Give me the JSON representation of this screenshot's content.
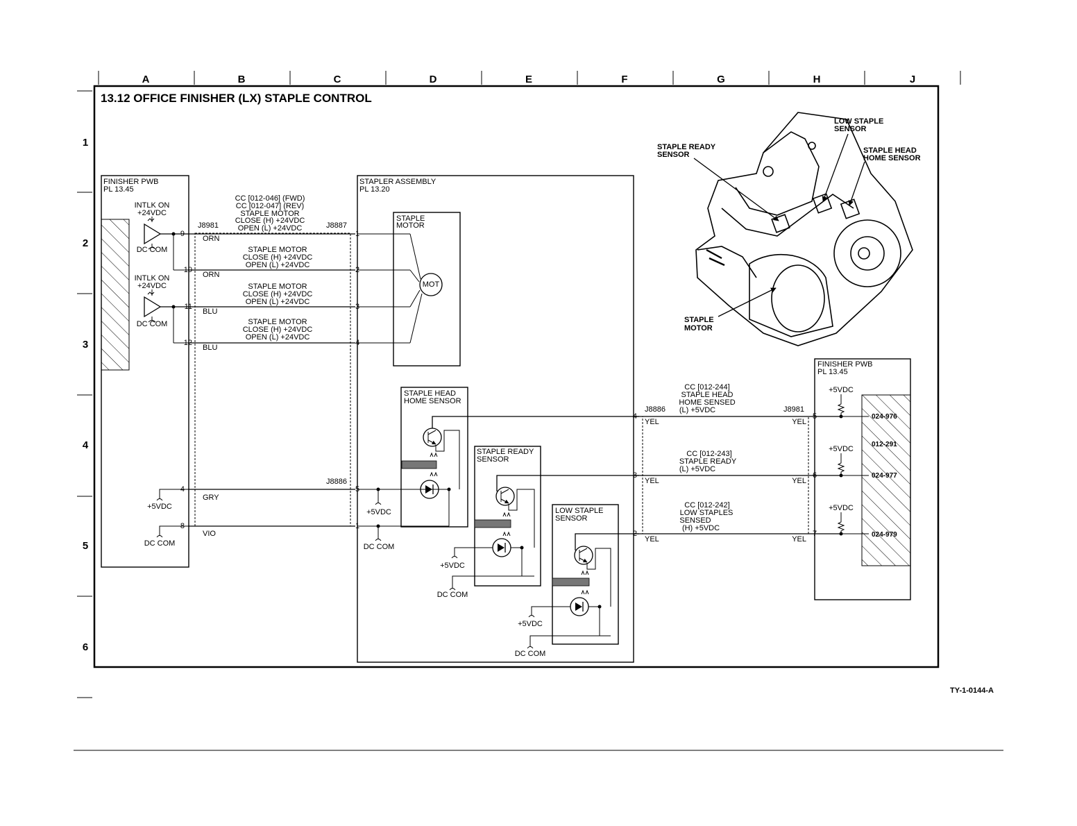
{
  "title": "13.12 OFFICE FINISHER (LX) STAPLE CONTROL",
  "grid": {
    "columns": [
      "A",
      "B",
      "C",
      "D",
      "E",
      "F",
      "G",
      "H",
      "J"
    ],
    "rows": [
      "1",
      "2",
      "3",
      "4",
      "5",
      "6"
    ]
  },
  "doc_id": "TY-1-0144-A",
  "finisher_left": {
    "name": "FINISHER PWB",
    "pl": "PL 13.45"
  },
  "finisher_right": {
    "name": "FINISHER PWB",
    "pl": "PL 13.45"
  },
  "stapler": {
    "name": "STAPLER ASSEMBLY",
    "pl": "PL 13.20"
  },
  "motor": {
    "label": "STAPLE MOTOR",
    "symbol": "MOT"
  },
  "drivers": [
    {
      "label1": "INTLK ON",
      "label2": "+24VDC",
      "com": "DC COM"
    },
    {
      "label1": "INTLK ON",
      "label2": "+24VDC",
      "com": "DC COM"
    }
  ],
  "connectors": {
    "j8981": "J8981",
    "j8887": "J8887",
    "j8886": "J8886"
  },
  "motor_lines": [
    {
      "pin_l": "9",
      "color": "ORN",
      "pin_r": "1"
    },
    {
      "pin_l": "10",
      "color": "ORN",
      "pin_r": "2"
    },
    {
      "pin_l": "11",
      "color": "BLU",
      "pin_r": "3"
    },
    {
      "pin_l": "12",
      "color": "BLU",
      "pin_r": "4"
    }
  ],
  "signal_blocks": [
    [
      "CC [012-046] (FWD)",
      "CC [012-047] (REV)",
      "STAPLE MOTOR",
      "CLOSE (H) +24VDC",
      "OPEN (L) +24VDC"
    ],
    [
      "STAPLE MOTOR",
      "CLOSE (H) +24VDC",
      "OPEN (L) +24VDC"
    ],
    [
      "STAPLE MOTOR",
      "CLOSE (H) +24VDC",
      "OPEN (L) +24VDC"
    ],
    [
      "STAPLE MOTOR",
      "CLOSE (H) +24VDC",
      "OPEN (L) +24VDC"
    ]
  ],
  "power_lines": [
    {
      "pin_l": "4",
      "color": "GRY",
      "pin_r": "5",
      "src": "+5VDC",
      "dst": "+5VDC"
    },
    {
      "pin_l": "8",
      "color": "VIO",
      "pin_r": "1",
      "src": "DC COM",
      "dst": "DC COM"
    }
  ],
  "sensors": [
    {
      "label1": "STAPLE HEAD",
      "label2": "HOME SENSOR",
      "pin": "4",
      "pin_r": "5",
      "color": "YEL",
      "signal": [
        "CC [012-244]",
        "STAPLE HEAD",
        "HOME SENSED",
        "(L) +5VDC"
      ],
      "code": "024-976",
      "pwr": "+5VDC"
    },
    {
      "label1": "STAPLE READY",
      "label2": "SENSOR",
      "pin": "3",
      "pin_r": "6",
      "color": "YEL",
      "signal": [
        "CC [012-243]",
        "STAPLE READY",
        "(L) +5VDC"
      ],
      "code": "024-977",
      "pwr": "+5VDC",
      "v5": "+5VDC",
      "com": "DC COM"
    },
    {
      "label1": "LOW STAPLE",
      "label2": "SENSOR",
      "pin": "2",
      "pin_r": "7",
      "color": "YEL",
      "signal": [
        "CC [012-242]",
        "LOW STAPLES",
        "SENSED",
        "(H) +5VDC"
      ],
      "code": "024-979",
      "pwr": "+5VDC",
      "v5": "+5VDC",
      "com": "DC COM"
    }
  ],
  "code_mid": "012-291",
  "illustration": {
    "low_staple": [
      "LOW STAPLE",
      "SENSOR"
    ],
    "staple_ready": [
      "STAPLE READY",
      "SENSOR"
    ],
    "head_home": [
      "STAPLE HEAD",
      "HOME SENSOR"
    ],
    "motor": [
      "STAPLE",
      "MOTOR"
    ]
  }
}
